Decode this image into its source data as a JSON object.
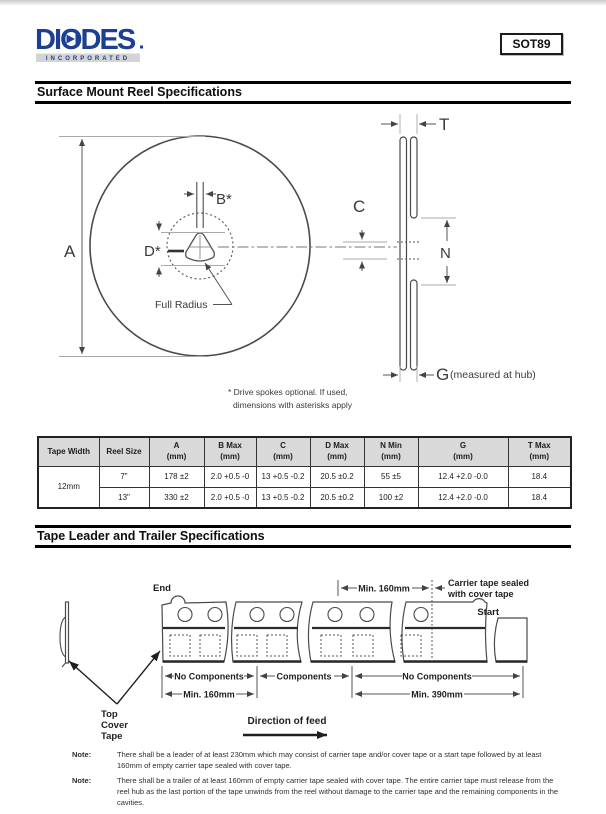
{
  "header": {
    "brand": "DIODES",
    "brand_sub": "INCORPORATED",
    "package": "SOT89"
  },
  "reel_section": {
    "title": "Surface Mount Reel Specifications",
    "labels": {
      "A": "A",
      "B": "B*",
      "C": "C",
      "D": "D*",
      "full_radius": "Full Radius",
      "T": "T",
      "N": "N",
      "G": "G",
      "g_note": "(measured at hub)"
    },
    "footnote_line1": "* Drive spokes optional. If used,",
    "footnote_line2": "dimensions with asterisks apply",
    "table": {
      "headers": [
        {
          "line1": "Tape Width",
          "line2": ""
        },
        {
          "line1": "Reel Size",
          "line2": ""
        },
        {
          "line1": "A",
          "line2": "(mm)"
        },
        {
          "line1": "B Max",
          "line2": "(mm)"
        },
        {
          "line1": "C",
          "line2": "(mm)"
        },
        {
          "line1": "D Max",
          "line2": "(mm)"
        },
        {
          "line1": "N Min",
          "line2": "(mm)"
        },
        {
          "line1": "G",
          "line2": "(mm)"
        },
        {
          "line1": "T Max",
          "line2": "(mm)"
        }
      ],
      "tape_width": "12mm",
      "rows": [
        {
          "reel_size": "7\"",
          "a": "178 ±2",
          "b_max": "2.0 +0.5 -0",
          "c": "13 +0.5 -0.2",
          "d_max": "20.5 ±0.2",
          "n_min": "55 ±5",
          "g": "12.4 +2.0 -0.0",
          "t_max": "18.4"
        },
        {
          "reel_size": "13\"",
          "a": "330 ±2",
          "b_max": "2.0 +0.5 -0",
          "c": "13 +0.5 -0.2",
          "d_max": "20.5 ±0.2",
          "n_min": "100 ±2",
          "g": "12.4 +2.0 -0.0",
          "t_max": "18.4"
        }
      ]
    }
  },
  "tape_section": {
    "title": "Tape Leader and Trailer Specifications",
    "diagram": {
      "end": "End",
      "start": "Start",
      "min_160_top": "Min. 160mm",
      "carrier_line1": "Carrier tape sealed",
      "carrier_line2": "with cover tape",
      "no_components_left": "No Components",
      "components": "Components",
      "no_components_right": "No Components",
      "min_160_bottom": "Min. 160mm",
      "min_390": "Min. 390mm",
      "cover_line1": "Top",
      "cover_line2": "Cover",
      "cover_line3": "Tape",
      "direction": "Direction of feed"
    },
    "notes": [
      {
        "label": "Note:",
        "text": "There shall be a leader of at least 230mm which may consist of carrier tape and/or cover tape or a start tape followed by at least 160mm of empty carrier tape sealed with cover tape."
      },
      {
        "label": "Note:",
        "text": "There shall be a trailer of at least 160mm of empty carrier tape sealed with cover tape.  The entire carrier tape must release from the reel hub as the last portion of the tape unwinds from the reel without damage to the carrier tape and the remaining components in the cavities."
      }
    ]
  },
  "colors": {
    "brand_blue": "#1c3f94",
    "table_header_bg": "#d9d9d9",
    "diagram_line": "#4a4a4a"
  }
}
